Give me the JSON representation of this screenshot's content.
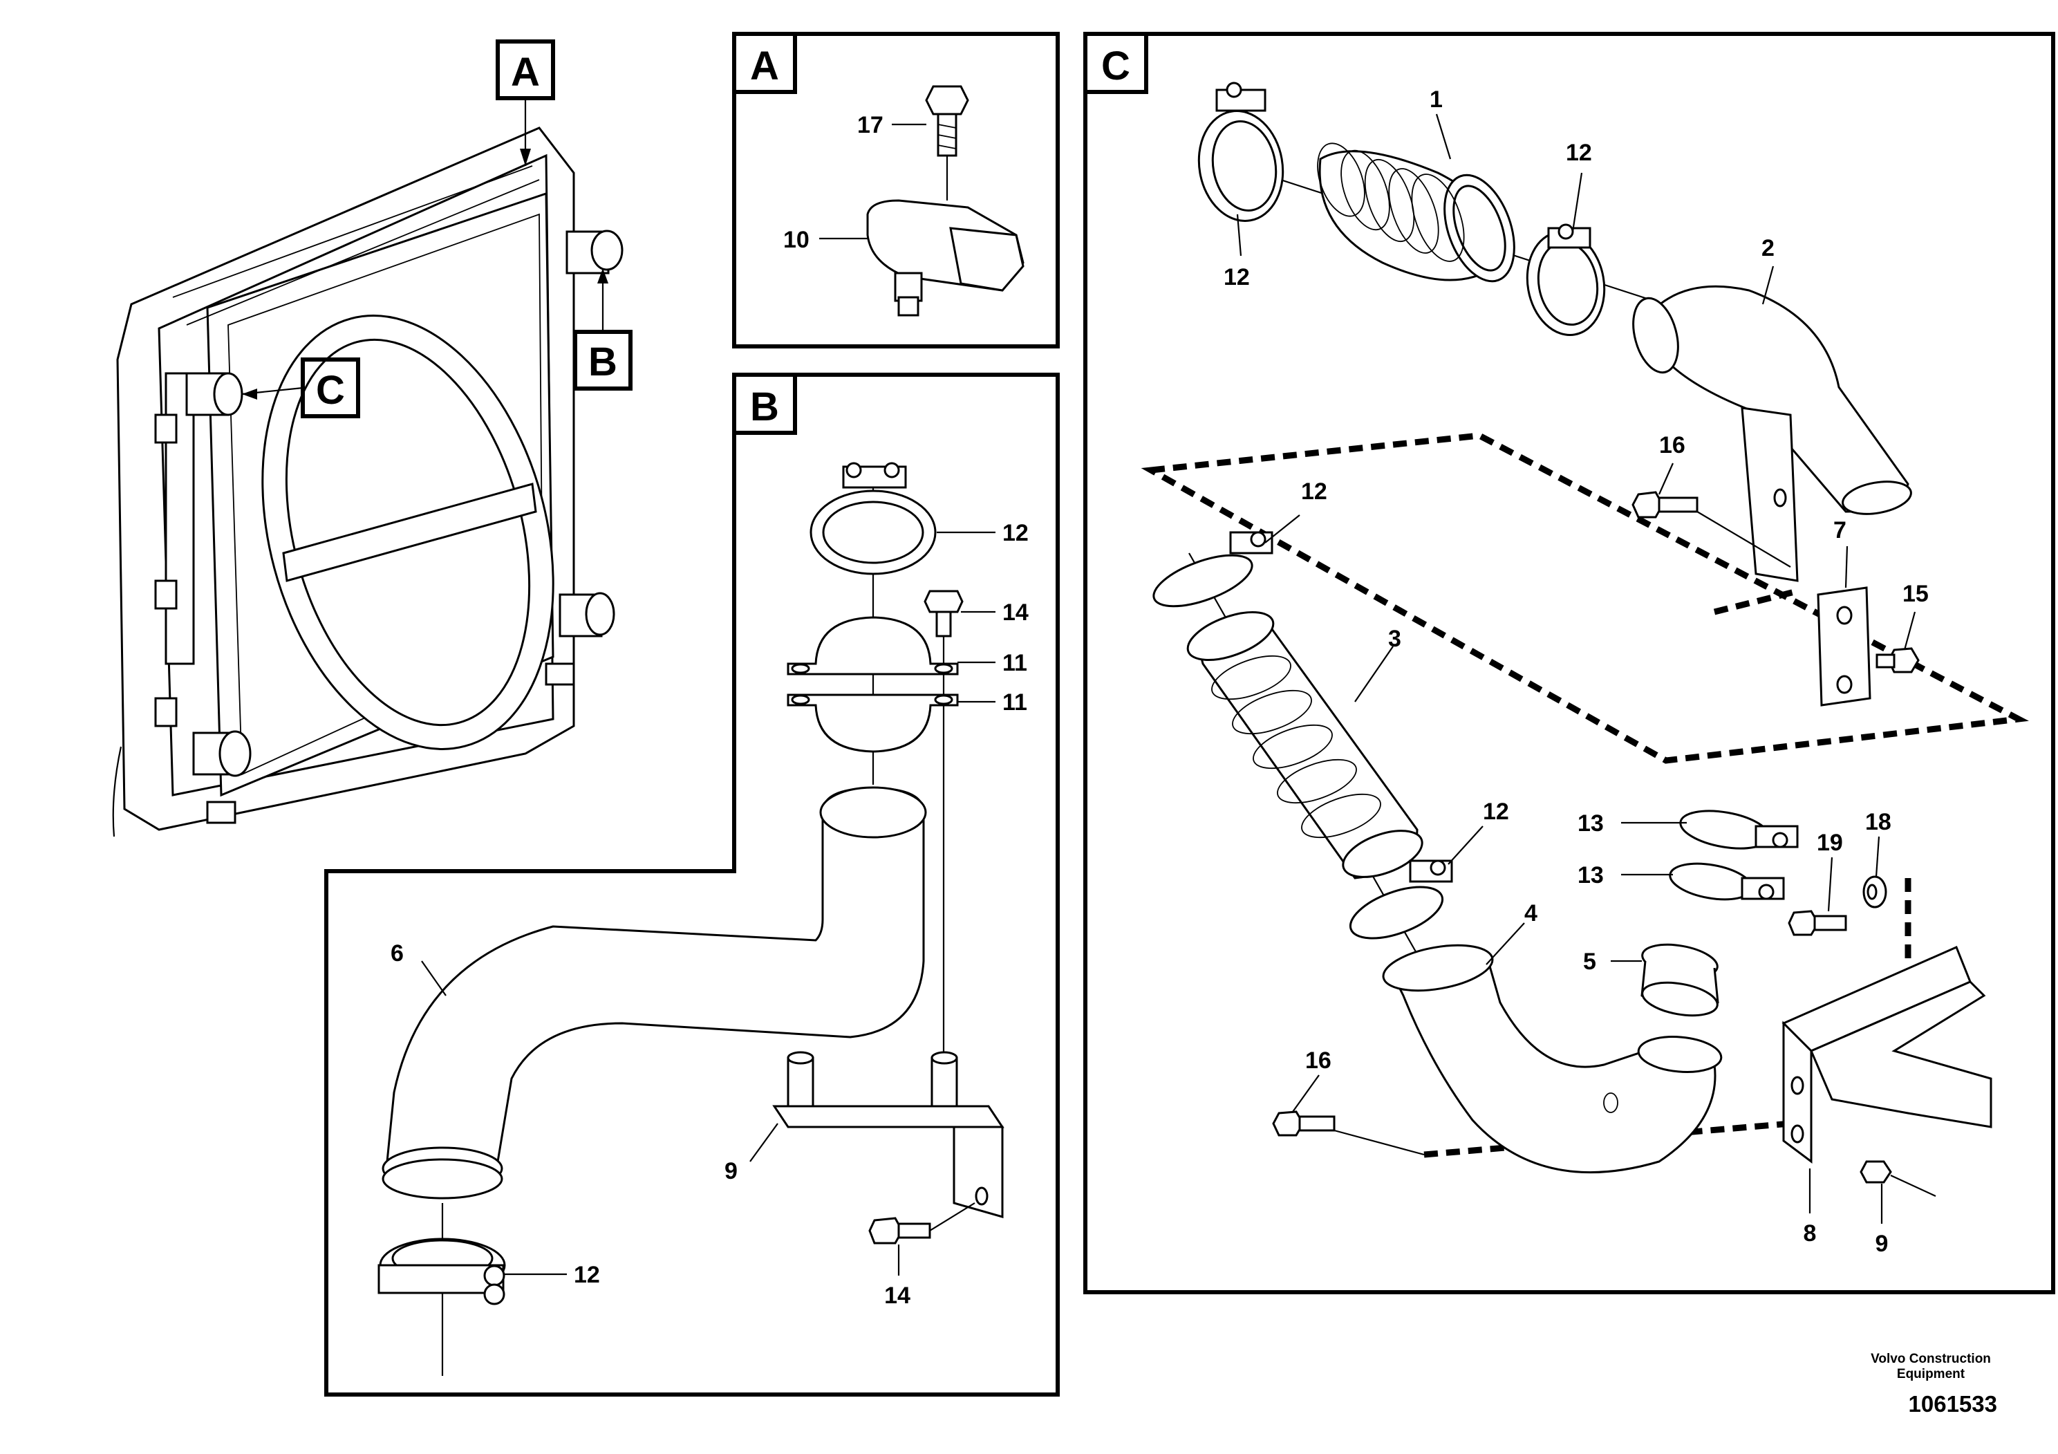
{
  "overview": {
    "callouts": [
      "A",
      "B",
      "C"
    ]
  },
  "panels": {
    "A": {
      "title": "A",
      "labels": [
        "17",
        "10"
      ]
    },
    "B": {
      "title": "B",
      "labels": [
        "12",
        "14",
        "11",
        "11",
        "6",
        "9",
        "14",
        "12"
      ]
    },
    "C": {
      "title": "C",
      "labels": [
        "1",
        "12",
        "12",
        "2",
        "16",
        "12",
        "7",
        "15",
        "3",
        "12",
        "13",
        "13",
        "19",
        "18",
        "4",
        "5",
        "16",
        "8",
        "9"
      ]
    }
  },
  "footer": {
    "brand_line1": "Volvo Construction",
    "brand_line2": "Equipment",
    "document_number": "1061533"
  }
}
